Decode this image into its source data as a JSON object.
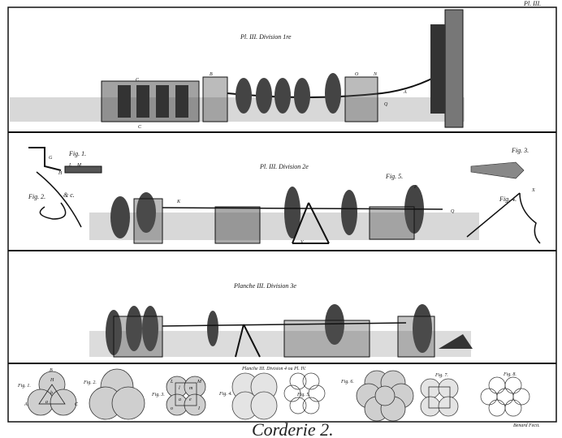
{
  "plate": {
    "number": "Pl. III.",
    "title": "Corderie 2.",
    "engraver": "Benard Fecit."
  },
  "panels": [
    {
      "label": "Pl. III. Division 1re",
      "letters": [
        "C",
        "B",
        "O",
        "N",
        "A",
        "Q",
        "C"
      ]
    },
    {
      "label": "Pl. III. Division 2e",
      "figures": [
        "Fig. 1.",
        "Fig. 2.",
        "Fig. 3.",
        "Fig. 4.",
        "Fig. 5."
      ],
      "extra": "& c.",
      "letters": [
        "K",
        "V",
        "P",
        "Q",
        "X",
        "G",
        "H",
        "L",
        "M"
      ]
    },
    {
      "label": "Planche III. Division 3e"
    },
    {
      "label": "Planche III. Division 4 ou Pl. IV.",
      "figures": [
        "Fig. 1.",
        "Fig. 2.",
        "Fig. 3.",
        "Fig. 4.",
        "Fig. 5.",
        "Fig. 6.",
        "Fig. 7.",
        "Fig. 8."
      ],
      "fig1_letters": [
        "B",
        "H",
        "A",
        "C",
        "b",
        "a"
      ],
      "fig3_letters": [
        "L",
        "M",
        "l",
        "m",
        "a",
        "e",
        "o",
        "I"
      ]
    }
  ]
}
